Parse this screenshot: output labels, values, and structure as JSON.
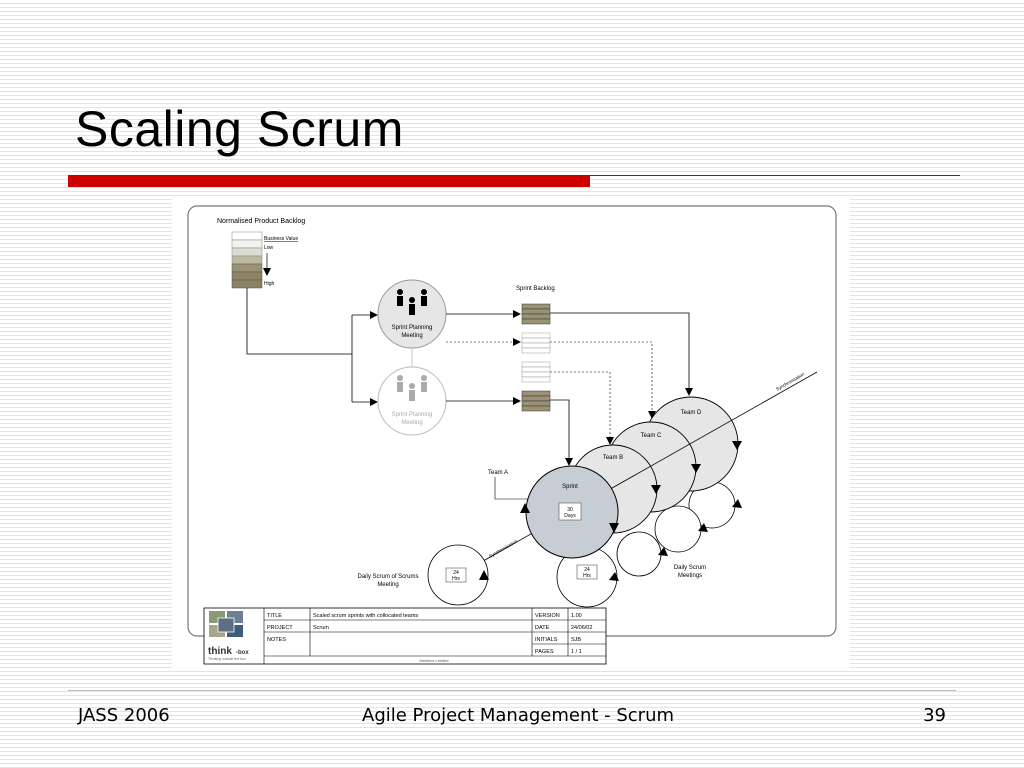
{
  "slide": {
    "title": "Scaling Scrum",
    "accent_color": "#cc0000"
  },
  "diagram": {
    "heading": "Normalised Product Backlog",
    "business_value": "Business Value",
    "low": "Low",
    "high": "High",
    "sprint_backlog": "Sprint Backlog",
    "synchronisation_top": "Synchronisation",
    "synchronisation_bottom": "Synchronisation",
    "planning_1_line1": "Sprint Planning",
    "planning_1_line2": "Meeting",
    "planning_2_line1": "Sprint Planning",
    "planning_2_line2": "Meeting",
    "team_a": "Team A",
    "team_b": "Team B",
    "team_c": "Team C",
    "team_d": "Team D",
    "sprint": "Sprint",
    "days_num": "30",
    "days_unit": "Days",
    "hrs_num_1": "24",
    "hrs_unit_1": "Hrs",
    "hrs_num_2": "24",
    "hrs_unit_2": "Hrs",
    "daily_sos_line1": "Daily Scrum of Scrums",
    "daily_sos_line2": "Meeting",
    "daily_scrum_line1": "Daily  Scrum",
    "daily_scrum_line2": "Meetings"
  },
  "title_block": {
    "logo_main": "think",
    "logo_suffix": "-box",
    "logo_tagline": "Thinking outside the box",
    "title_label": "TITLE",
    "title_value": "Scaled scrum sprints with collocated teams",
    "project_label": "PROJECT",
    "project_value": "Scrum",
    "notes_label": "NOTES",
    "version_label": "VERSION",
    "version_value": "1.00",
    "date_label": "DATE",
    "date_value": "24/06/02",
    "initials_label": "INITIALS",
    "initials_value": "SJB",
    "pages_label": "PAGES",
    "pages_value": "1 / 1",
    "company": "thinkbox Limited"
  },
  "footer": {
    "left": "JASS 2006",
    "center": "Agile Project Management - Scrum",
    "page_number": "39"
  }
}
